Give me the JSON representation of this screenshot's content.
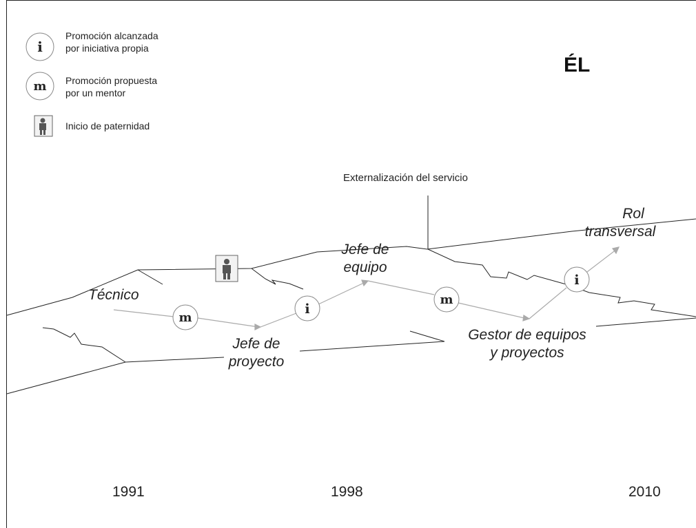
{
  "title": "ÉL",
  "legend": {
    "initiative": {
      "symbol": "i",
      "line1": "Promoción alcanzada",
      "line2": "por iniciativa propia"
    },
    "mentor": {
      "symbol": "m",
      "line1": "Promoción propuesta",
      "line2": "por un mentor"
    },
    "paternity": {
      "icon": "person-icon",
      "label": "Inicio de paternidad"
    }
  },
  "roles": {
    "tecnico": "Técnico",
    "jefe_proyecto_1": "Jefe de",
    "jefe_proyecto_2": "proyecto",
    "jefe_equipo_1": "Jefe de",
    "jefe_equipo_2": "equipo",
    "gestor_1": "Gestor de equipos",
    "gestor_2": "y proyectos",
    "rol_1": "Rol",
    "rol_2": "transversal"
  },
  "event": "Externalización del servicio",
  "markers": {
    "m1": "m",
    "i1": "i",
    "m2": "m",
    "i2": "i"
  },
  "years": [
    "1991",
    "1998",
    "2010"
  ]
}
